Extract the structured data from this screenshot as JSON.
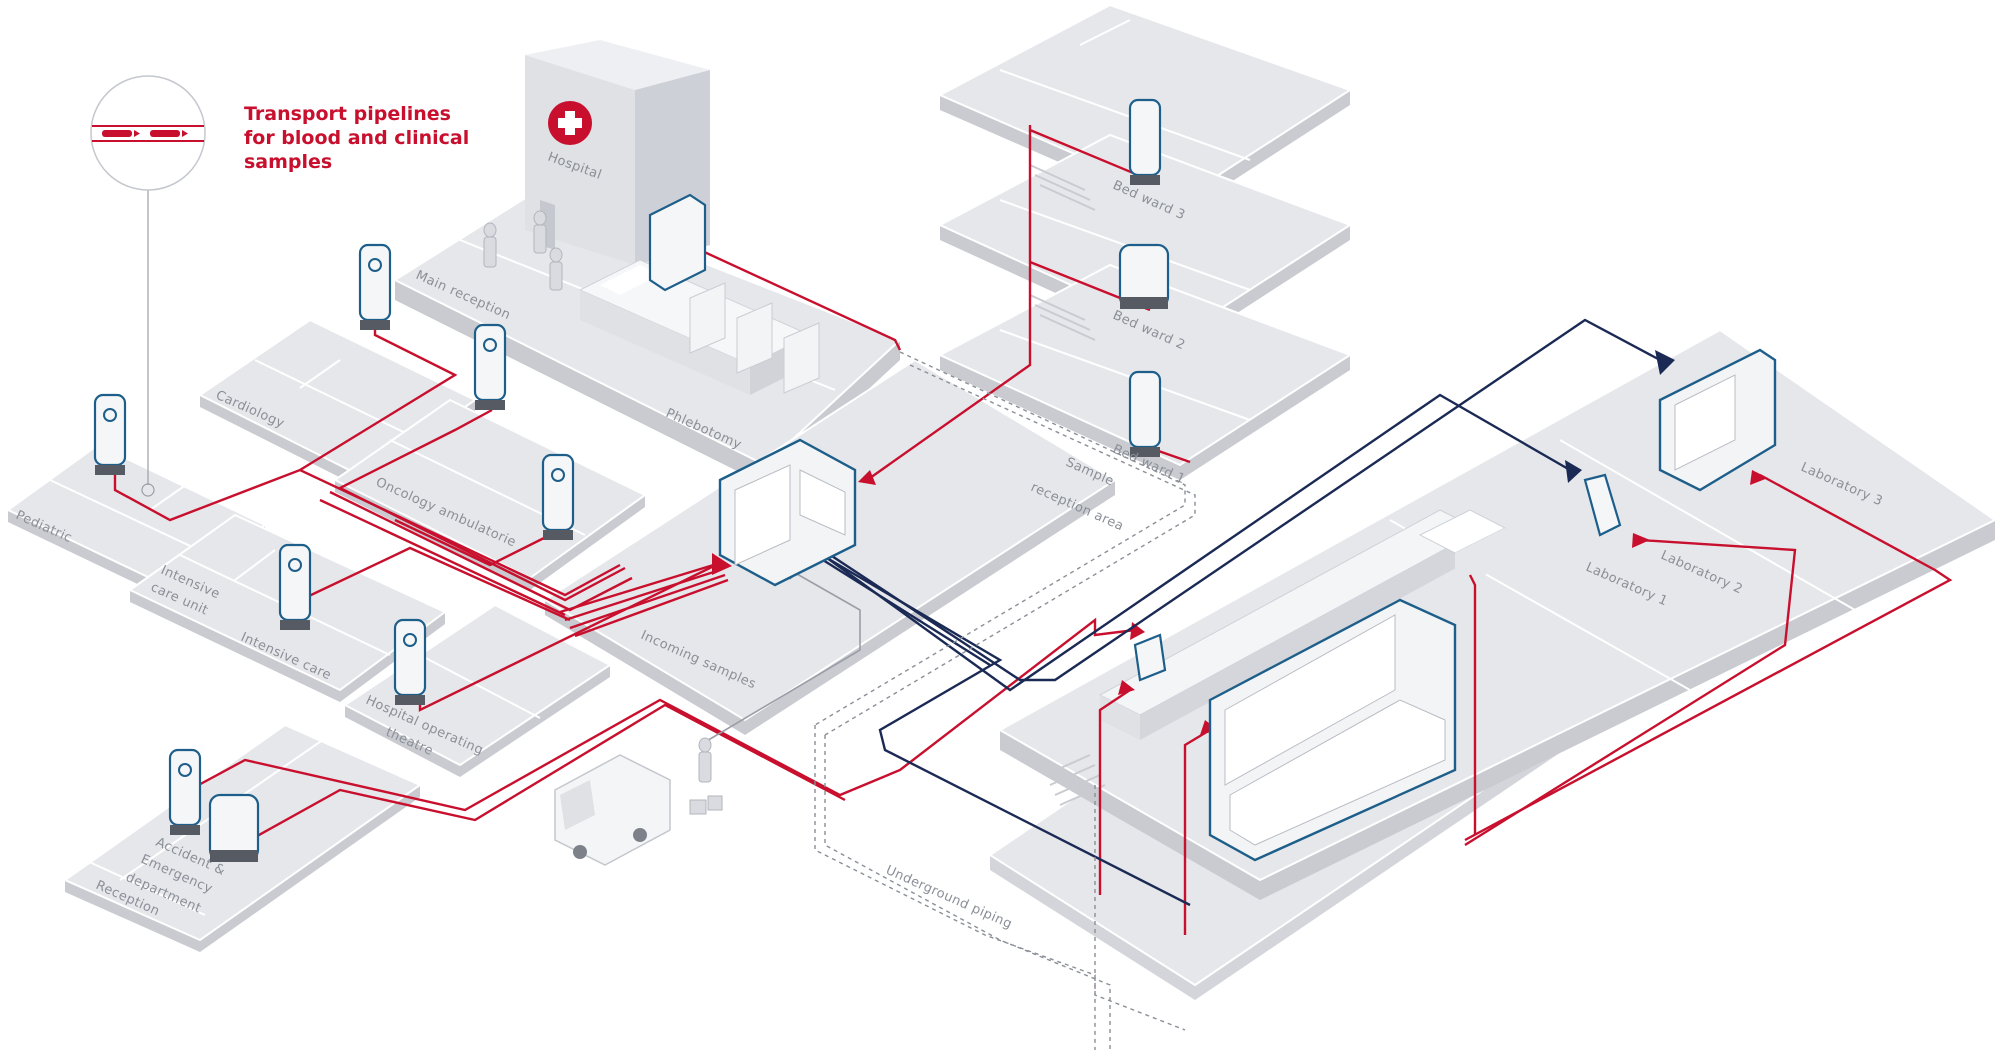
{
  "legend": {
    "title_line1": "Transport pipelines",
    "title_line2": "for blood and clinical",
    "title_line3": "samples",
    "icon": "pipeline-capsule-icon"
  },
  "building": {
    "sign": "Hospital",
    "sign_icon": "medical-cross-icon"
  },
  "areas": {
    "main_reception": "Main reception",
    "phlebotomy": "Phlebotomy",
    "cardiology": "Cardiology",
    "pediatric": "Pediatric",
    "oncology": "Oncology ambulatorie",
    "icu_line1": "Intensive",
    "icu_line2": "care unit",
    "intensive_care": "Intensive care",
    "operating_line1": "Hospital operating",
    "operating_line2": "theatre",
    "incoming": "Incoming samples",
    "reception_area_line1": "Sample",
    "reception_area_line2": "reception area",
    "emergency_line1": "Accident &",
    "emergency_line2": "Emergency",
    "emergency_line3": "department",
    "reception": "Reception",
    "bed_ward_3": "Bed ward 3",
    "bed_ward_2": "Bed ward 2",
    "bed_ward_1": "Bed ward 1",
    "laboratory_1": "Laboratory 1",
    "laboratory_2": "Laboratory 2",
    "laboratory_3": "Laboratory 3",
    "underground": "Underground piping"
  },
  "colors": {
    "pipeline_red": "#c8102e",
    "pipeline_navy": "#1b2a55",
    "device_blue": "#1d5f8a",
    "floor_gray": "#e6e7eb"
  }
}
